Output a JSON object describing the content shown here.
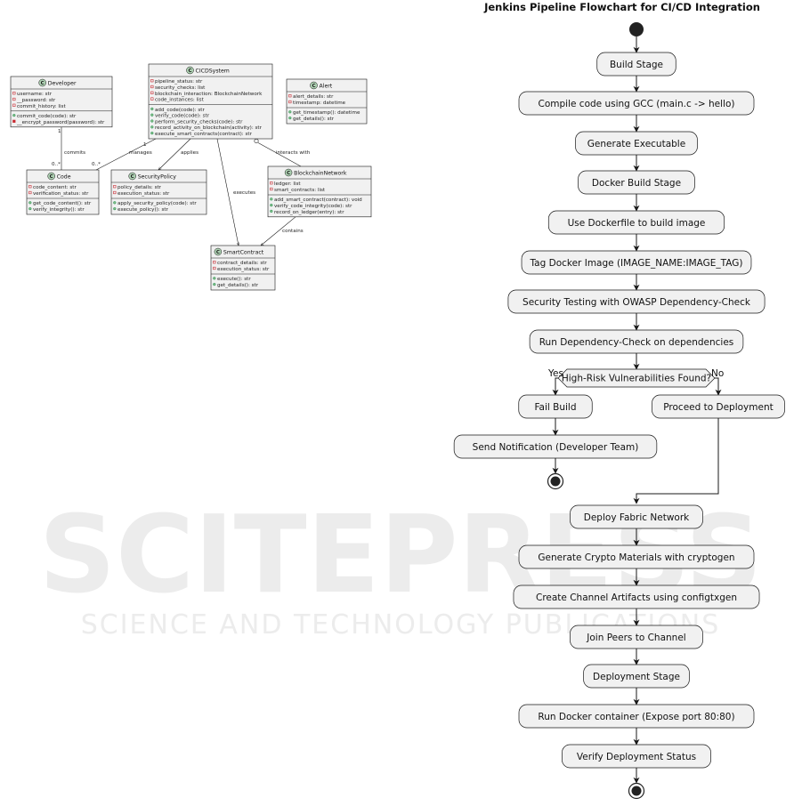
{
  "watermark": {
    "main": "SCITEPRESS",
    "sub": "SCIENCE AND TECHNOLOGY PUBLICATIONS"
  },
  "class_diagram": {
    "classes": [
      {
        "id": "developer",
        "name": "Developer",
        "attrs": [
          {
            "vis": "-",
            "text": "username: str"
          },
          {
            "vis": "-",
            "text": "__password: str"
          },
          {
            "vis": "-",
            "text": "commit_history: list"
          }
        ],
        "methods": [
          {
            "vis": "+",
            "text": "commit_code(code): str"
          },
          {
            "vis": "-",
            "text": "__encrypt_password(password): str"
          }
        ]
      },
      {
        "id": "cicdsystem",
        "name": "CICDSystem",
        "attrs": [
          {
            "vis": "-",
            "text": "pipeline_status: str"
          },
          {
            "vis": "-",
            "text": "security_checks: list"
          },
          {
            "vis": "-",
            "text": "blockchain_interaction: BlockchainNetwork"
          },
          {
            "vis": "-",
            "text": "code_instances: list"
          }
        ],
        "methods": [
          {
            "vis": "+",
            "text": "add_code(code): str"
          },
          {
            "vis": "+",
            "text": "verify_code(code): str"
          },
          {
            "vis": "+",
            "text": "perform_security_checks(code): str"
          },
          {
            "vis": "+",
            "text": "record_activity_on_blockchain(activity): str"
          },
          {
            "vis": "+",
            "text": "execute_smart_contracts(contract): str"
          }
        ]
      },
      {
        "id": "alert",
        "name": "Alert",
        "attrs": [
          {
            "vis": "-",
            "text": "alert_details: str"
          },
          {
            "vis": "-",
            "text": "timestamp: datetime"
          }
        ],
        "methods": [
          {
            "vis": "+",
            "text": "get_timestamp(): datetime"
          },
          {
            "vis": "+",
            "text": "get_details(): str"
          }
        ]
      },
      {
        "id": "code",
        "name": "Code",
        "attrs": [
          {
            "vis": "-",
            "text": "code_content: str"
          },
          {
            "vis": "-",
            "text": "verification_status: str"
          }
        ],
        "methods": [
          {
            "vis": "+",
            "text": "get_code_content(): str"
          },
          {
            "vis": "+",
            "text": "verify_integrity(): str"
          }
        ]
      },
      {
        "id": "securitypolicy",
        "name": "SecurityPolicy",
        "attrs": [
          {
            "vis": "-",
            "text": "policy_details: str"
          },
          {
            "vis": "-",
            "text": "execution_status: str"
          }
        ],
        "methods": [
          {
            "vis": "+",
            "text": "apply_security_policy(code): str"
          },
          {
            "vis": "+",
            "text": "execute_policy(): str"
          }
        ]
      },
      {
        "id": "blockchainnetwork",
        "name": "BlockchainNetwork",
        "attrs": [
          {
            "vis": "-",
            "text": "ledger: list"
          },
          {
            "vis": "-",
            "text": "smart_contracts: list"
          }
        ],
        "methods": [
          {
            "vis": "+",
            "text": "add_smart_contract(contract): void"
          },
          {
            "vis": "+",
            "text": "verify_code_integrity(code): str"
          },
          {
            "vis": "+",
            "text": "record_on_ledger(entry): str"
          }
        ]
      },
      {
        "id": "smartcontract",
        "name": "SmartContract",
        "attrs": [
          {
            "vis": "-",
            "text": "contract_details: str"
          },
          {
            "vis": "-",
            "text": "execution_status: str"
          }
        ],
        "methods": [
          {
            "vis": "+",
            "text": "execute(): str"
          },
          {
            "vis": "+",
            "text": "get_details(): str"
          }
        ]
      }
    ],
    "relations": [
      {
        "id": "commits",
        "label": "commits",
        "from_mult": "1",
        "to_mult": "0..*"
      },
      {
        "id": "manages",
        "label": "manages",
        "from_mult": "1",
        "to_mult": "0..*"
      },
      {
        "id": "applies",
        "label": "applies"
      },
      {
        "id": "executes",
        "label": "executes"
      },
      {
        "id": "interacts",
        "label": "interacts with"
      },
      {
        "id": "contains",
        "label": "contains"
      }
    ]
  },
  "flowchart": {
    "title": "Jenkins Pipeline Flowchart for CI/CD Integration",
    "steps": [
      "Build Stage",
      "Compile code using GCC (main.c -> hello)",
      "Generate Executable",
      "Docker Build Stage",
      "Use Dockerfile to build image",
      "Tag Docker Image (IMAGE_NAME:IMAGE_TAG)",
      "Security Testing with OWASP Dependency-Check",
      "Run Dependency-Check on dependencies"
    ],
    "decision": {
      "text": "High-Risk Vulnerabilities Found?",
      "yes": "Yes",
      "no": "No"
    },
    "fail_branch": [
      "Fail Build",
      "Send Notification (Developer Team)"
    ],
    "pass_branch": [
      "Proceed to Deployment"
    ],
    "deploy_steps": [
      "Deploy Fabric Network",
      "Generate Crypto Materials with cryptogen",
      "Create Channel Artifacts using configtxgen",
      "Join Peers to Channel",
      "Deployment Stage",
      "Run Docker container (Expose port 80:80)",
      "Verify Deployment Status"
    ]
  }
}
